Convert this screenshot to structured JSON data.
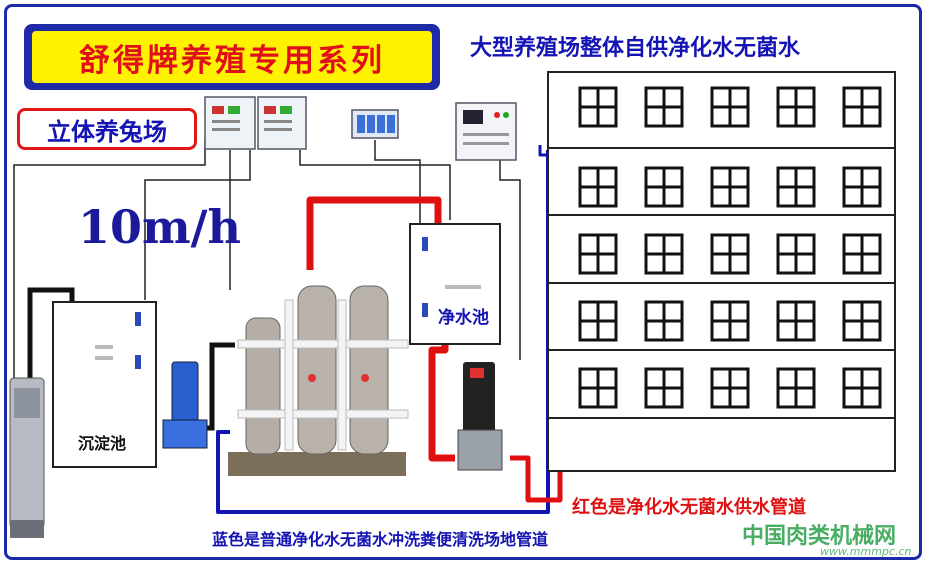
{
  "title": "舒得牌养殖专用系列",
  "subtitle": "大型养殖场整体自供净化水无菌水",
  "farm_label": "立体养兔场",
  "flow_rate": "10m/h",
  "sediment_tank_label": "沉淀池",
  "clean_tank_label": "净水池",
  "legend": {
    "red": "红色是净化水无菌水供水管道",
    "blue": "蓝色是普通净化水无菌水冲洗粪便清洗场地管道"
  },
  "watermark": {
    "text": "中国肉类机械网",
    "url": "www.mmmpc.cn"
  },
  "colors": {
    "frame": "#1a2aa8",
    "title_bg": "#fff200",
    "title_text": "#e0101a",
    "red_pipe": "#e01010",
    "blue_pipe": "#1414b4"
  },
  "building": {
    "floors": 5,
    "windows_per_floor": 5
  }
}
